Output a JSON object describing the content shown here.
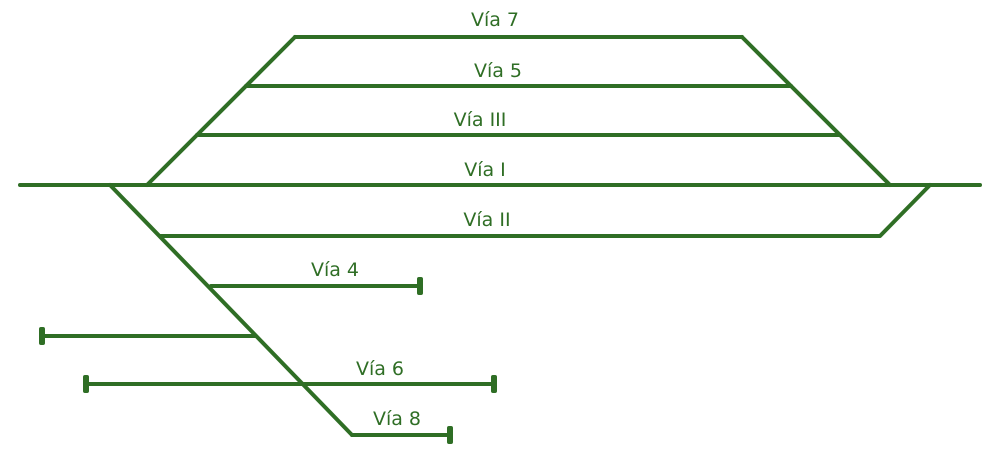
{
  "colors": {
    "track": "#2f6e25",
    "label": "#2f6e25",
    "background": "#ffffff"
  },
  "tracks": [
    {
      "id": "via-7",
      "label": "Vía 7"
    },
    {
      "id": "via-5",
      "label": "Vía 5"
    },
    {
      "id": "via-iii",
      "label": "Vía III"
    },
    {
      "id": "via-i",
      "label": "Vía I"
    },
    {
      "id": "via-ii",
      "label": "Vía II"
    },
    {
      "id": "via-4",
      "label": "Vía 4"
    },
    {
      "id": "via-6",
      "label": "Vía 6"
    },
    {
      "id": "via-8",
      "label": "Vía 8"
    }
  ]
}
